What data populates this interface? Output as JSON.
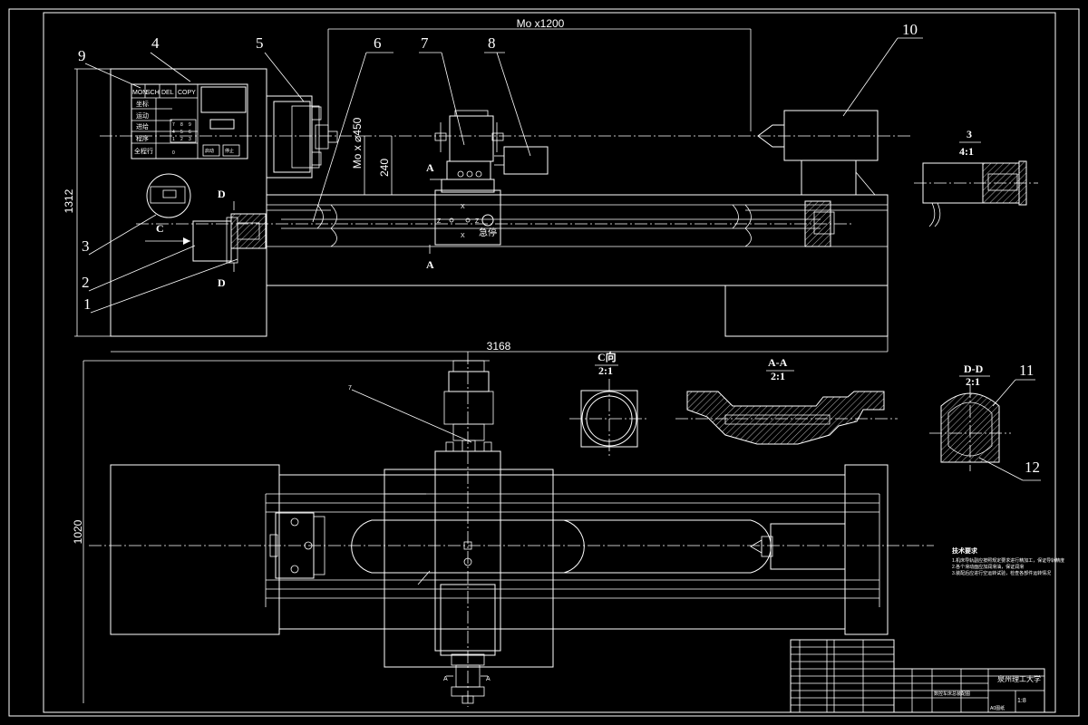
{
  "dimensions": {
    "max_length": "Mo x1200",
    "swing_diameter": "Mo x ⌀450",
    "center_height": "240",
    "overall_height": "1312",
    "overall_length": "3168",
    "overall_width": "1020"
  },
  "callouts": [
    "1",
    "2",
    "3",
    "4",
    "5",
    "6",
    "7",
    "8",
    "9",
    "10",
    "11",
    "12"
  ],
  "panel": {
    "keys": [
      "MON",
      "SCH",
      "DEL",
      "COPY"
    ],
    "rows": [
      "坐标",
      "运动",
      "进给",
      "程序",
      "全程行"
    ],
    "num_keys": [
      "7",
      "8",
      "9",
      "4",
      "5",
      "6",
      "1",
      "2",
      "3",
      "0"
    ],
    "bottom_buttons": [
      "启动",
      "停止"
    ]
  },
  "carriage": {
    "axis_x": "X",
    "axis_z": "Z",
    "stop_label": "急停"
  },
  "views": {
    "section_a_marker": "A",
    "view_c_marker": "C",
    "section_d_marker": "D",
    "detail_3_title": "3",
    "detail_3_scale": "4:1",
    "view_c_title": "C向",
    "view_c_scale": "2:1",
    "section_aa_title": "A-A",
    "section_aa_scale": "2:1",
    "section_dd_title": "D-D",
    "section_dd_scale": "2:1",
    "plan_callout": "7",
    "plan_section_marker": "A"
  },
  "notes": {
    "title": "技术要求",
    "lines": [
      "1.机床导轨副应按照规定要求进行精加工，保证导轨精度",
      "2.各个滑动面应加润滑油，保证润滑",
      "3.装配后应进行空运转试验，检查各部件运转情况"
    ]
  },
  "title_block": {
    "school": "泉州理工大学",
    "drawing_title": "数控车床总装配图",
    "scale": "1:8",
    "sheet": "A0图纸"
  }
}
